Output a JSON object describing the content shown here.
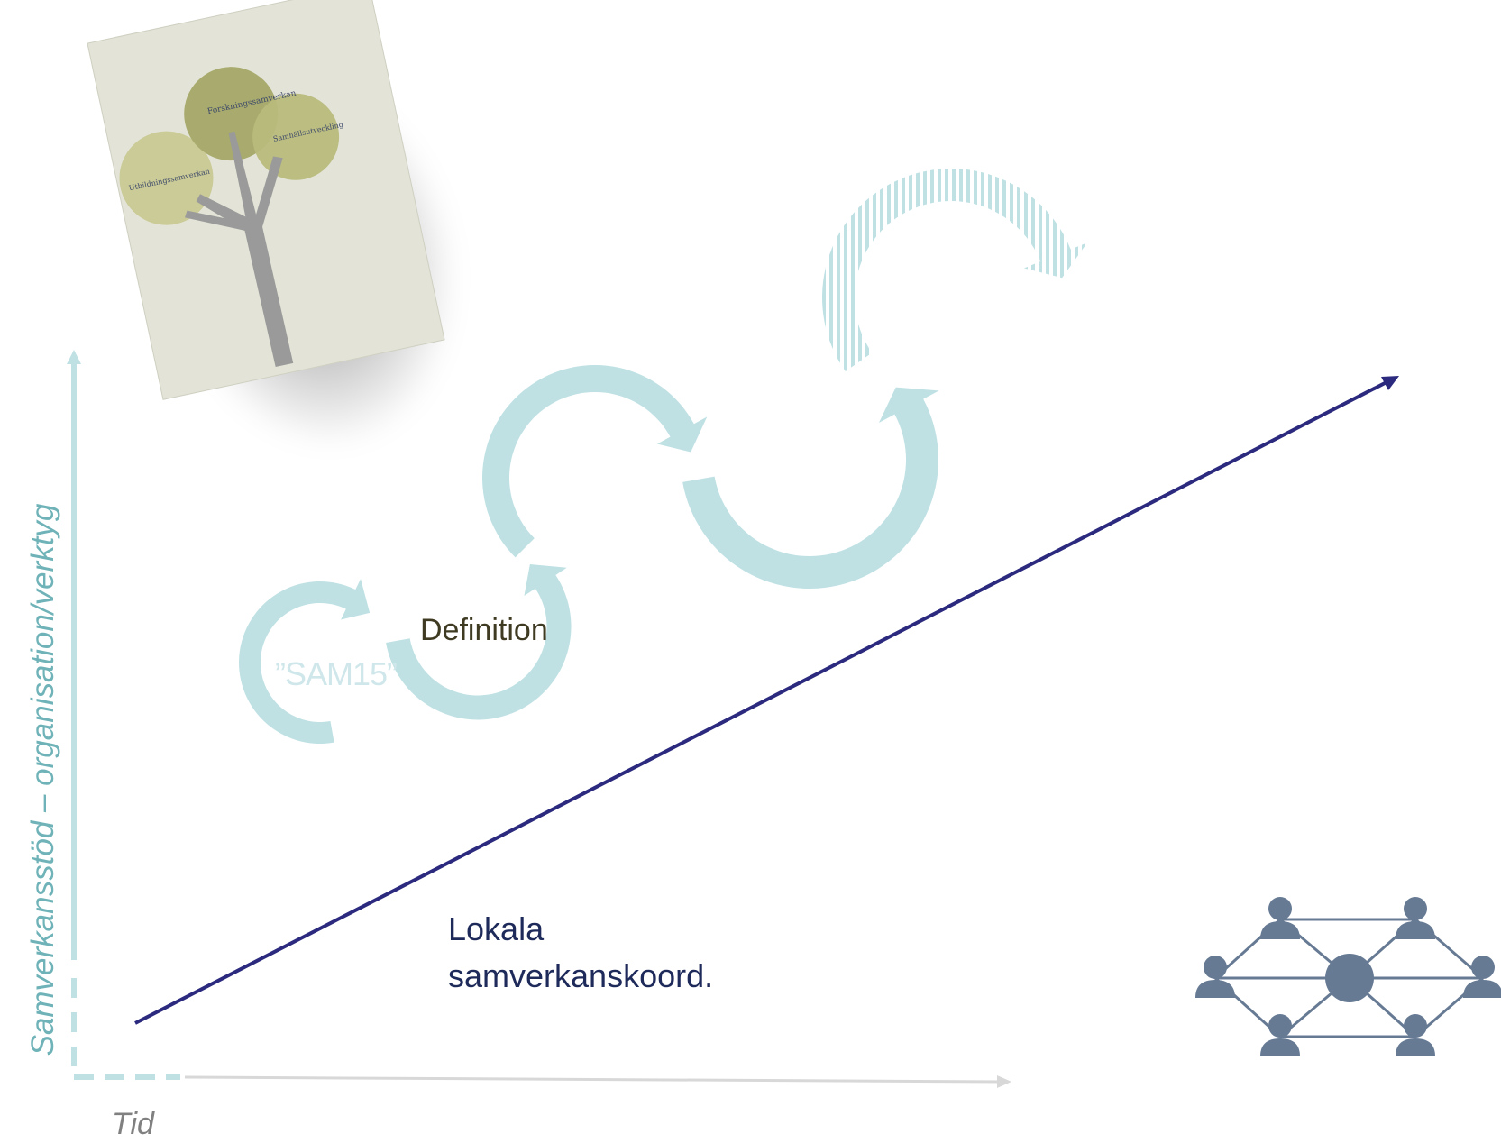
{
  "axes": {
    "y_label": "Samverkansstöd – organisation/verktyg",
    "x_label": "Tid"
  },
  "labels": {
    "sam15": "”SAM15”",
    "definition": "Definition",
    "lokala": "Lokala samverkanskoord."
  },
  "book": {
    "circle_labels": [
      "Forskningssamverkan",
      "Samhällsutveckling",
      "Utbildningssamverkan"
    ]
  },
  "colors": {
    "cycle": "#bfe1e4",
    "trend_line": "#2b2a7e",
    "axis": "#bfe1e4",
    "network": "#667a94",
    "book_bg": "#e3e4d7",
    "tree_trunk": "#9a9a9a",
    "tree_foliage": "#a8ab6d"
  },
  "icons": {
    "network": "people-network-icon",
    "book": "book-cover-tree-icon"
  }
}
